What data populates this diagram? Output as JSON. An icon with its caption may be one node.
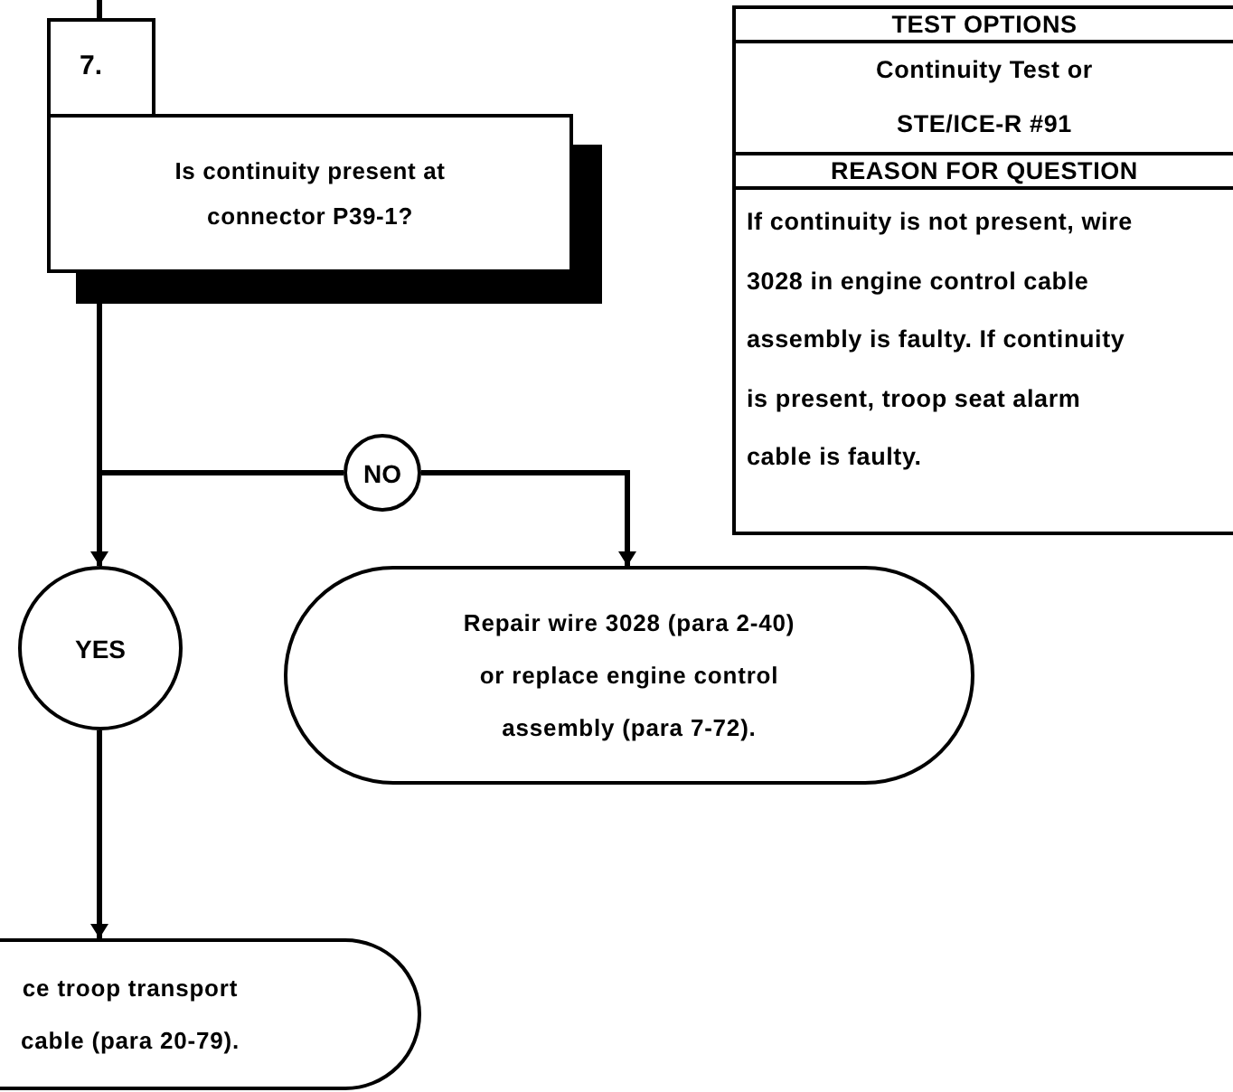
{
  "diagram": {
    "nodes": [
      {
        "text": [
          "7."
        ]
      },
      {
        "text": [
          "Is continuity present at connector P39-1?"
        ]
      },
      {
        "text": [
          "NO"
        ]
      },
      {
        "text": [
          "YES"
        ]
      },
      {
        "text": [
          "Repair wire 3028 (para 2-40) or replace engine control assembly (para 7-72)."
        ]
      },
      {
        "text": [
          "ce troop transport cable (para 20-79)."
        ]
      },
      {
        "text": [
          "TEST OPTIONS",
          "Continuity Test or STE/ICE-R #91",
          "REASON FOR QUESTION",
          "If continuity is not present, wire 3028 in engine control cable assembly is faulty. If continuity is present, troop seat alarm cable is faulty."
        ]
      }
    ],
    "edges": [
      {
        "from": null,
        "to": 0,
        "arrow": "none"
      },
      {
        "from": 1,
        "to": 3,
        "arrow": "to"
      },
      {
        "from": 1,
        "to": 2,
        "arrow": "none"
      },
      {
        "from": 2,
        "to": 4,
        "arrow": "to"
      },
      {
        "from": 3,
        "to": 5,
        "arrow": "to"
      }
    ]
  }
}
